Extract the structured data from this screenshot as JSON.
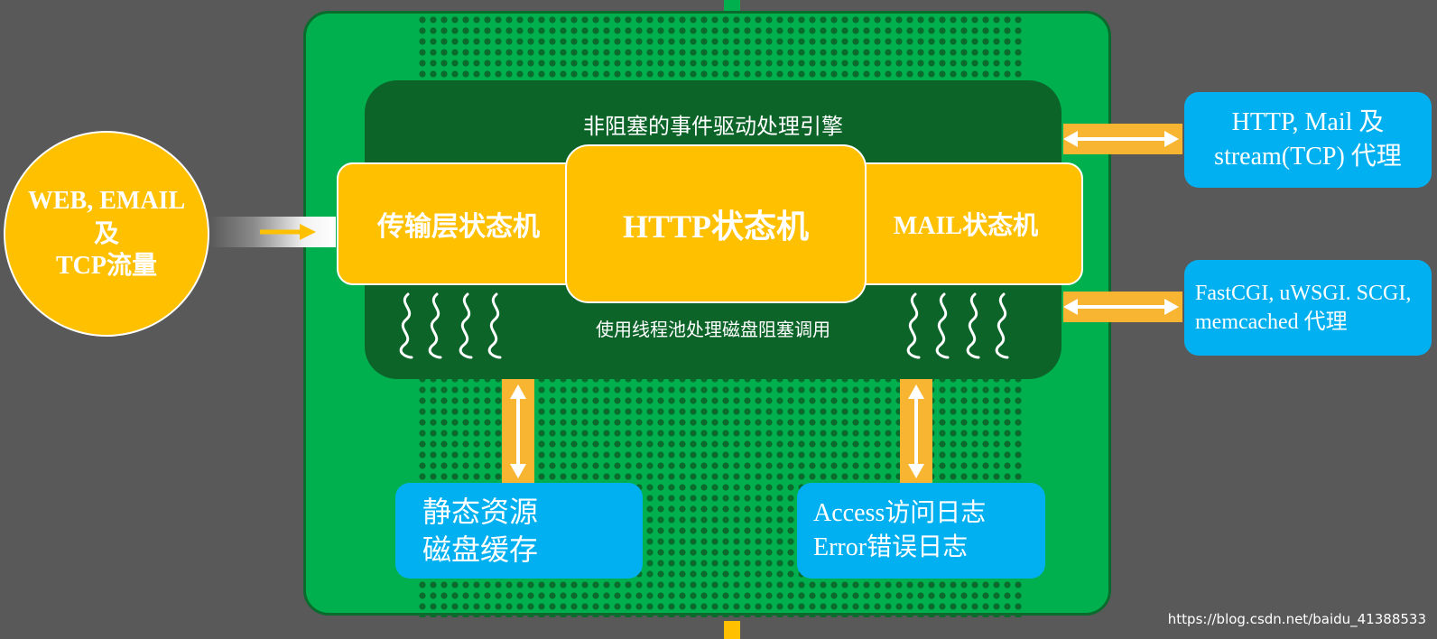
{
  "engine": {
    "title": "非阻塞的事件驱动处理引擎",
    "thread_pool_caption": "使用线程池处理磁盘阻塞调用"
  },
  "state_machines": {
    "transport": "传输层状态机",
    "http": "HTTP状态机",
    "mail": "MAIL状态机"
  },
  "traffic": {
    "line1": "WEB, EMAIL",
    "line2": "及",
    "line3": "TCP流量"
  },
  "proxies": {
    "http_mail": {
      "line1": "HTTP, Mail 及",
      "line2": "stream(TCP) 代理"
    },
    "cgi": {
      "line1": "FastCGI, uWSGI. SCGI,",
      "line2": "memcached 代理"
    }
  },
  "storage": {
    "static": {
      "line1": "静态资源",
      "line2": "磁盘缓存"
    },
    "logs": {
      "line1": "Access访问日志",
      "line2": "Error错误日志"
    }
  },
  "watermark": "https://blog.csdn.net/baidu_41388533",
  "colors": {
    "background": "#595959",
    "board_green": "#00b04f",
    "dark_green": "#0c6429",
    "yellow": "#ffc000",
    "band_yellow": "#f8b531",
    "blue": "#00b0f0",
    "white": "#ffffff"
  },
  "icons": {
    "inflow": "right-arrow-icon",
    "proxy_links": "double-arrow-horizontal-icon",
    "storage_links": "double-arrow-vertical-icon",
    "threads": "wavy-thread-icon"
  }
}
